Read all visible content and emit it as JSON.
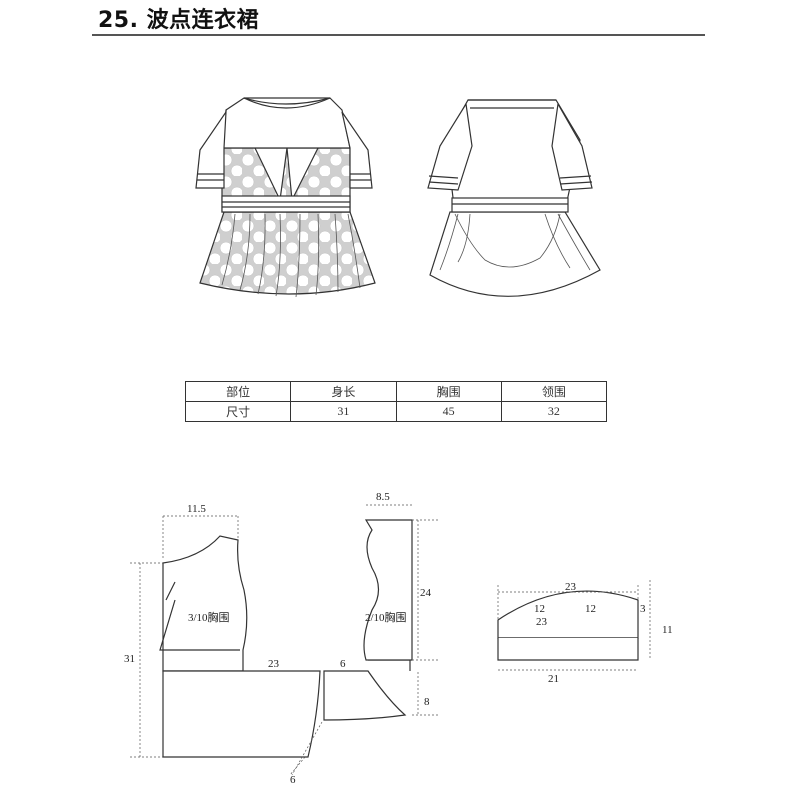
{
  "header": {
    "title": "25. 波点连衣裙"
  },
  "size_table": {
    "headers": [
      "部位",
      "身长",
      "胸围",
      "领围"
    ],
    "row_label": "尺寸",
    "values": [
      "31",
      "45",
      "32"
    ]
  },
  "pattern": {
    "body": {
      "shoulder_width": "11.5",
      "length": "31",
      "chest_label": "3/10胸围",
      "width": "23",
      "skirt_flare": "6"
    },
    "sleeve": {
      "top_width": "8.5",
      "length": "24",
      "chest_label": "2/10胸围",
      "bottom_width": "6",
      "skirt_length": "8"
    },
    "collar": {
      "top_width": "23",
      "curve_left": "12",
      "curve_right": "12",
      "inner_width": "23",
      "side_height": "3",
      "total_height": "11",
      "bottom_width": "21"
    }
  }
}
